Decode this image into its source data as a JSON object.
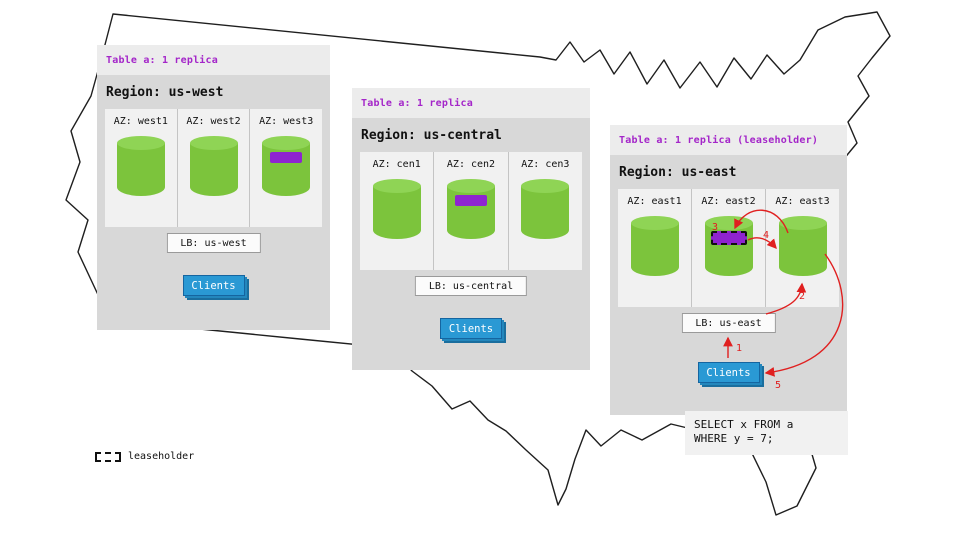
{
  "legend": {
    "leaseholder_label": "leaseholder"
  },
  "regions": [
    {
      "id": "us-west",
      "table_label": "Table a: 1 replica",
      "region_label": "Region: us-west",
      "azs": [
        {
          "label": "AZ: west1",
          "has_replica": false,
          "is_leaseholder": false
        },
        {
          "label": "AZ: west2",
          "has_replica": false,
          "is_leaseholder": false
        },
        {
          "label": "AZ: west3",
          "has_replica": true,
          "is_leaseholder": false
        }
      ],
      "lb_label": "LB: us-west",
      "clients_label": "Clients"
    },
    {
      "id": "us-central",
      "table_label": "Table a: 1 replica",
      "region_label": "Region: us-central",
      "azs": [
        {
          "label": "AZ: cen1",
          "has_replica": false,
          "is_leaseholder": false
        },
        {
          "label": "AZ: cen2",
          "has_replica": true,
          "is_leaseholder": false
        },
        {
          "label": "AZ: cen3",
          "has_replica": false,
          "is_leaseholder": false
        }
      ],
      "lb_label": "LB: us-central",
      "clients_label": "Clients"
    },
    {
      "id": "us-east",
      "table_label": "Table a: 1 replica (leaseholder)",
      "region_label": "Region: us-east",
      "azs": [
        {
          "label": "AZ: east1",
          "has_replica": false,
          "is_leaseholder": false
        },
        {
          "label": "AZ: east2",
          "has_replica": true,
          "is_leaseholder": true
        },
        {
          "label": "AZ: east3",
          "has_replica": false,
          "is_leaseholder": false
        }
      ],
      "lb_label": "LB: us-east",
      "clients_label": "Clients"
    }
  ],
  "query_flow": {
    "steps": [
      "1",
      "2",
      "3",
      "4",
      "5"
    ],
    "sql_lines": [
      "SELECT x FROM a",
      "WHERE y = 7;"
    ]
  },
  "colors": {
    "table_header_purple": "#a426c9",
    "replica_purple": "#8e24d0",
    "cylinder_green": "#7cc43c",
    "clients_blue": "#2a99d4",
    "arrow_red": "#e02020"
  }
}
